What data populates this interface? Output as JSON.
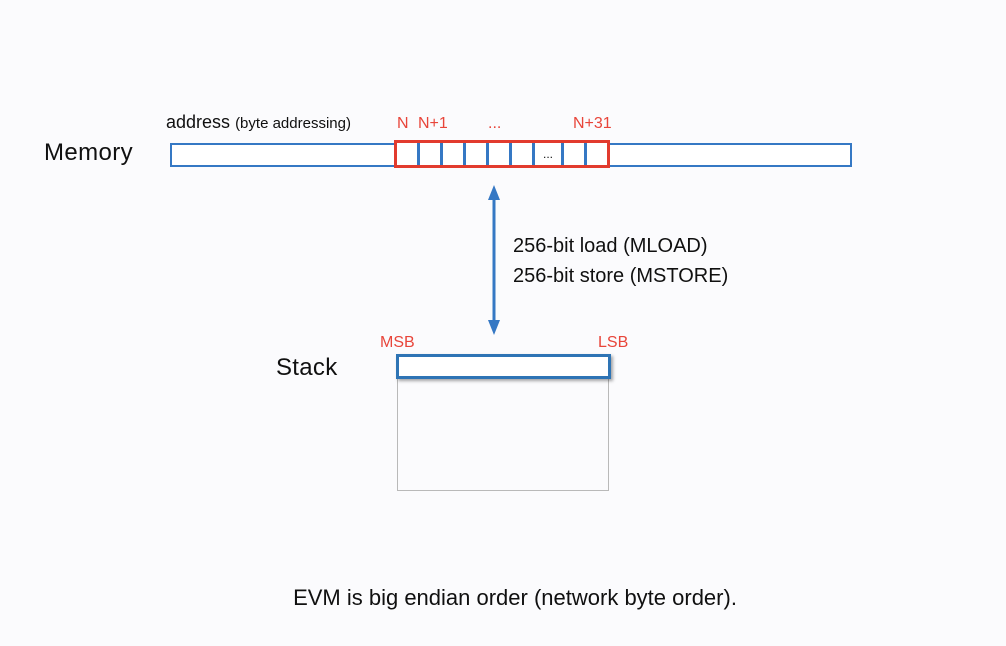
{
  "slide": {
    "memory": {
      "label": "Memory",
      "address_label": "address",
      "address_note": "(byte addressing)",
      "offsets": {
        "n": "N",
        "n_plus_1": "N+1",
        "dots": "...",
        "n_plus_31": "N+31"
      },
      "cells": [
        "",
        "",
        "",
        "",
        "",
        "",
        "...",
        "",
        ""
      ]
    },
    "operations": {
      "load": "256-bit load (MLOAD)",
      "store": "256-bit store (MSTORE)"
    },
    "stack": {
      "label": "Stack",
      "msb": "MSB",
      "lsb": "LSB"
    },
    "caption": "EVM is big endian order (network byte order)."
  },
  "colors": {
    "blue": "#3578c4",
    "slot_blue": "#2e74b5",
    "red": "#e23b2e",
    "red_text": "#e8453a",
    "gray_border": "#b9b9b9",
    "background": "#fbfbfd",
    "text": "#101010"
  }
}
